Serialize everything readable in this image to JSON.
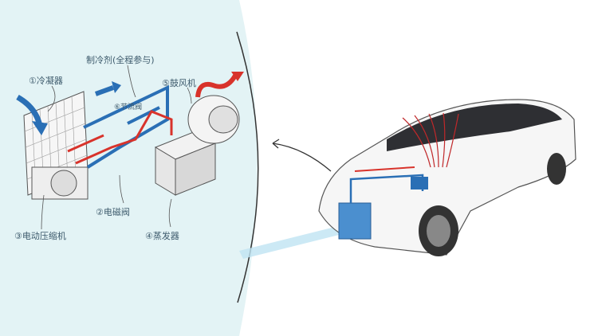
{
  "labels": {
    "condenser": "①冷凝器",
    "refrigerant": "制冷剂(全程参与)",
    "blower": "⑤鼓风机",
    "throttle_valve": "⑥节流阀",
    "solenoid_valve": "②电磁阀",
    "compressor": "③电动压缩机",
    "evaporator": "④蒸发器"
  },
  "colors": {
    "background_panel": "#e3f3f5",
    "cold_flow": "#2a6fb5",
    "hot_flow": "#d8332b"
  }
}
